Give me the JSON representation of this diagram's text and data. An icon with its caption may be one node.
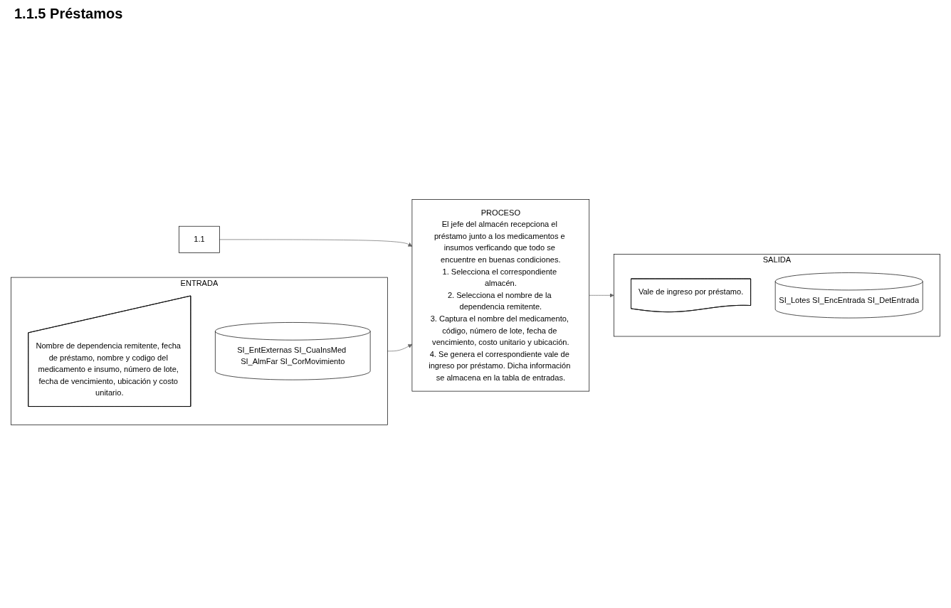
{
  "diagram": {
    "title": "1.1.5 Préstamos",
    "nodes": [
      {
        "text": [
          "1.1"
        ]
      },
      {
        "text": [
          "ENTRADA"
        ]
      },
      {
        "text": [
          "Nombre de dependencia remitente, fecha de préstamo, nombre y codigo del medicamento e insumo, número de lote, fecha de vencimiento, ubicación y costo unitario."
        ],
        "in": 1
      },
      {
        "text": [
          "SI_EntExternas SI_CuaInsMed SI_AlmFar SI_CorMovimiento"
        ],
        "in": 1
      },
      {
        "text": [
          "PROCESO",
          "El jefe del almacén recepciona el préstamo junto a los medicamentos e insumos verficando que todo se encuentre en buenas condiciones.",
          "1. Selecciona el correspondiente almacén.",
          "2. Selecciona el nombre de la dependencia remitente.",
          "3. Captura el nombre del medicamento, código, número de lote, fecha de vencimiento, costo unitario y ubicación.",
          "4. Se genera el correspondiente vale de ingreso por préstamo. Dicha información se almacena en la tabla de entradas."
        ]
      },
      {
        "text": [
          "SALIDA"
        ]
      },
      {
        "text": [
          "Vale de ingreso por préstamo."
        ],
        "in": 5
      },
      {
        "text": [
          "SI_Lotes SI_EncEntrada SI_DetEntrada"
        ],
        "in": 5
      }
    ],
    "edges": [
      {
        "from": 0,
        "to": 4,
        "arrow": "to"
      },
      {
        "from": 1,
        "to": 4,
        "arrow": "to"
      },
      {
        "from": 4,
        "to": 5,
        "arrow": "to"
      }
    ]
  }
}
